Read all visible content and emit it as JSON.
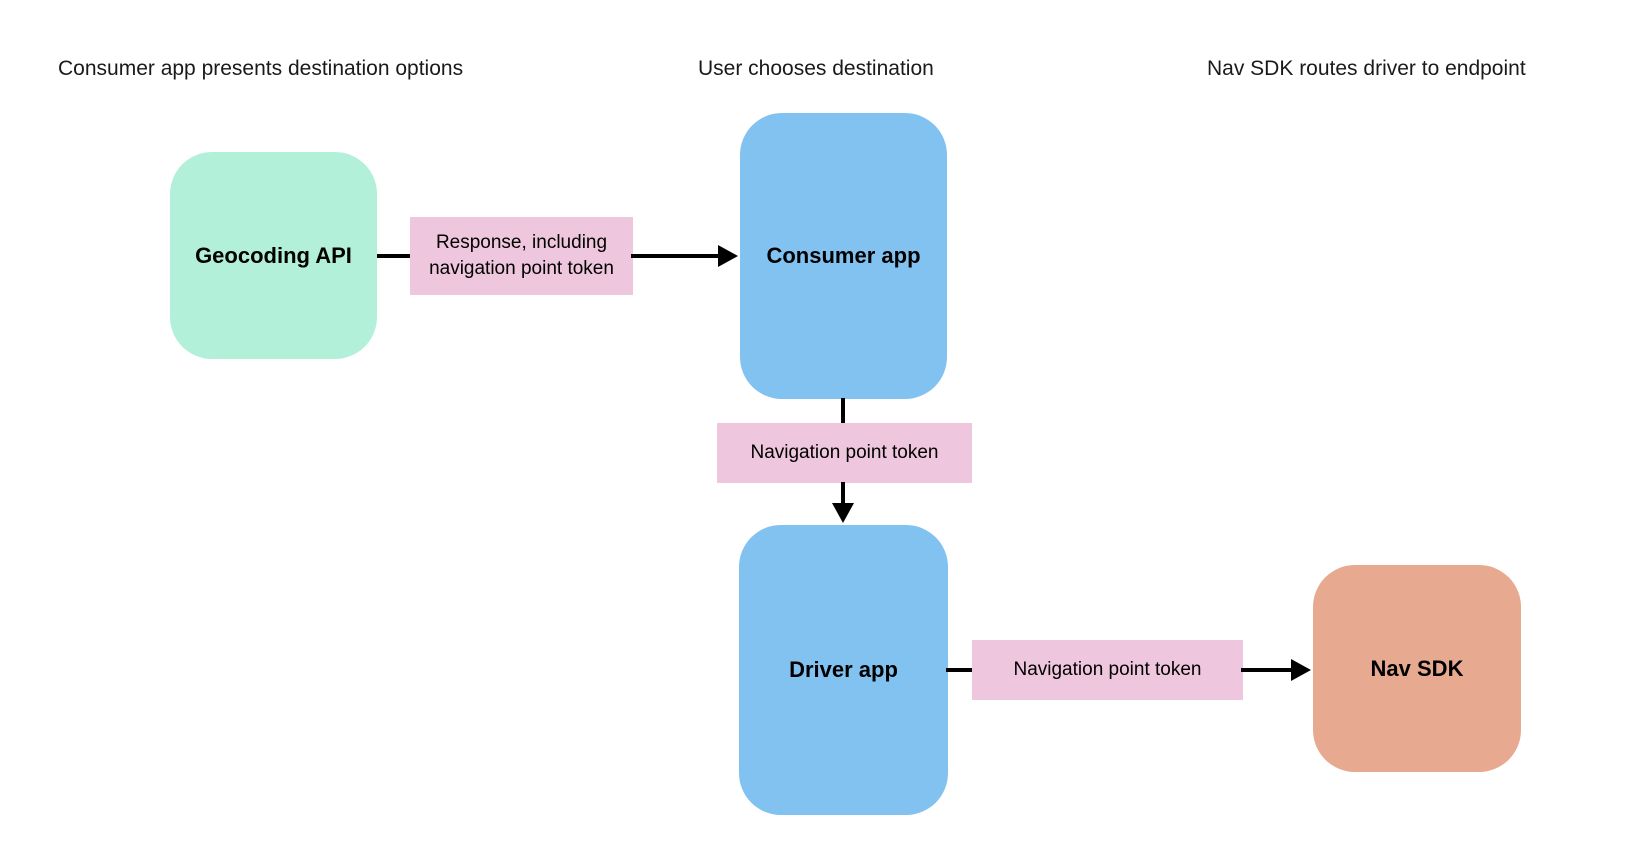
{
  "diagram": {
    "phases": [
      {
        "label": "Consumer app presents destination options"
      },
      {
        "label": "User chooses destination"
      },
      {
        "label": "Nav SDK routes driver to endpoint"
      }
    ],
    "nodes": [
      {
        "id": "geocoding-api",
        "label": "Geocoding API",
        "color": "#b2f0da"
      },
      {
        "id": "consumer-app",
        "label": "Consumer app",
        "color": "#81c2f1"
      },
      {
        "id": "driver-app",
        "label": "Driver app",
        "color": "#81c2f1"
      },
      {
        "id": "nav-sdk",
        "label": "Nav SDK",
        "color": "#e7a98f"
      }
    ],
    "edges": [
      {
        "from": "geocoding-api",
        "to": "consumer-app",
        "label": "Response, including navigation point token",
        "label_color": "#eec6dd",
        "direction": "right"
      },
      {
        "from": "consumer-app",
        "to": "driver-app",
        "label": "Navigation point token",
        "label_color": "#eec6dd",
        "direction": "down"
      },
      {
        "from": "driver-app",
        "to": "nav-sdk",
        "label": "Navigation point token",
        "label_color": "#eec6dd",
        "direction": "right"
      }
    ],
    "colors": {
      "background": "#ffffff",
      "arrow": "#000000",
      "header_text": "#1a1a1a",
      "node_text": "#000000",
      "node_green": "#b2f0da",
      "node_blue": "#81c2f1",
      "node_orange": "#e7a98f",
      "edge_label_pink": "#eec6dd"
    }
  }
}
